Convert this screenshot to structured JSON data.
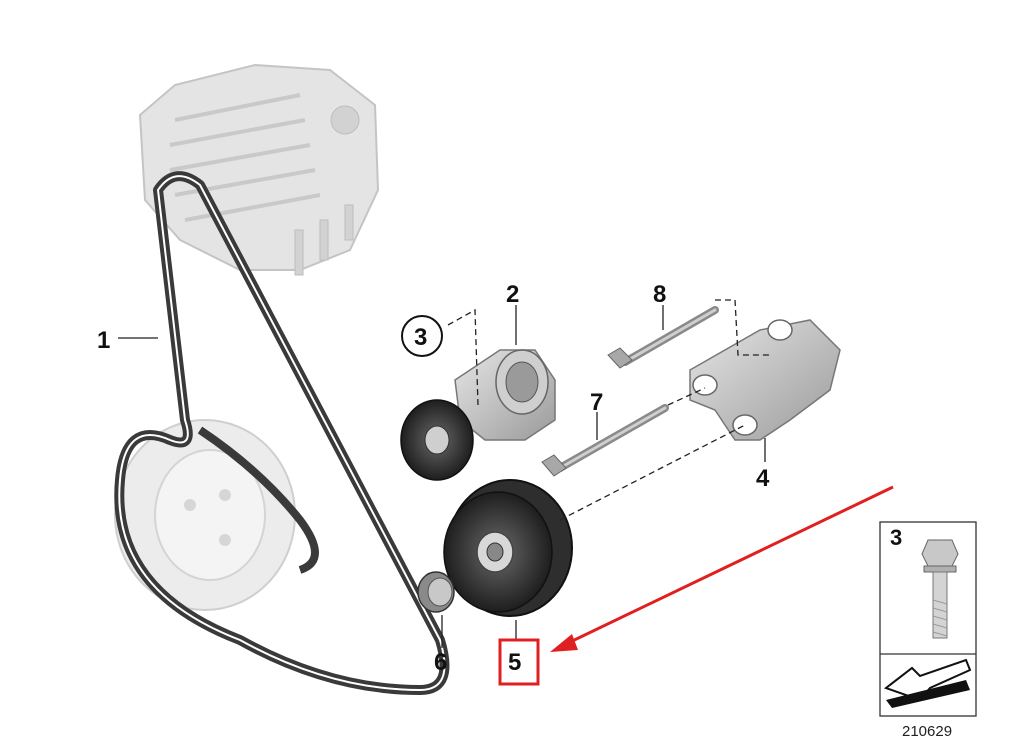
{
  "diagram": {
    "labels": {
      "belt": "1",
      "tensioner": "2",
      "bolt_circled": "3",
      "bracket": "4",
      "idler_pulley": "5",
      "cap": "6",
      "long_bolt": "7",
      "upper_bolt": "8"
    },
    "inset": {
      "part_number": "3",
      "catalog_number": "210629"
    },
    "highlight": {
      "target_label": "5",
      "color": "#e02020"
    },
    "colors": {
      "engine_part": "#d9d9d9",
      "pulley_dark": "#2a2a2a",
      "belt": "#333333"
    }
  }
}
